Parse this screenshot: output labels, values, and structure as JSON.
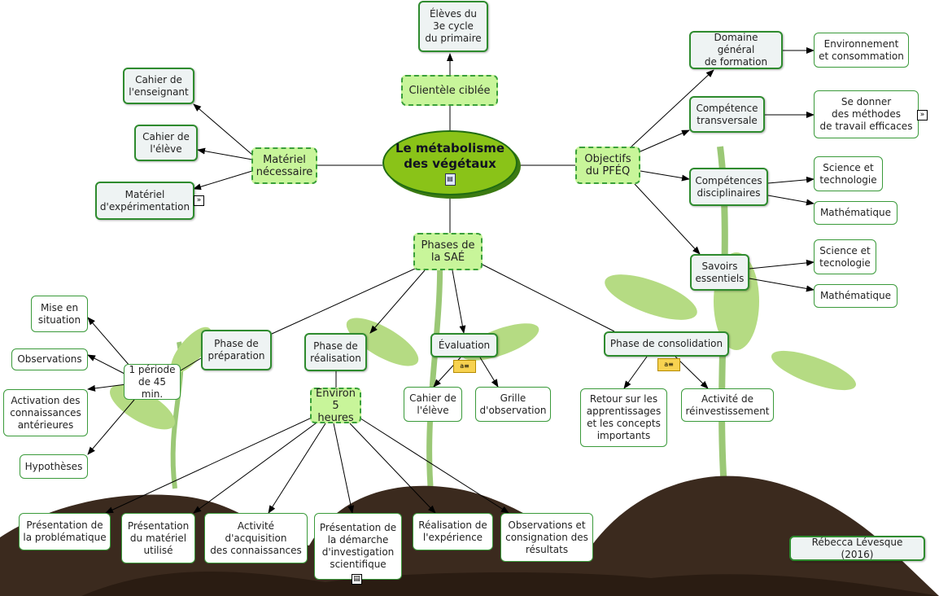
{
  "center": {
    "label": "Le métabolisme\ndes végétaux",
    "icon": "document-icon"
  },
  "nodes": {
    "eleves": "Élèves du\n3e cycle\ndu primaire",
    "clientele": "Clientèle ciblée",
    "materiel": "Matériel\nnécessaire",
    "cahier_ens": "Cahier de\nl'enseignant",
    "cahier_eleve": "Cahier de\nl'élève",
    "mat_exp": "Matériel\nd'expérimentation",
    "objectifs": "Objectifs\ndu PFÉQ",
    "domaine": "Domaine général\nde formation",
    "environnement": "Environnement\net consommation",
    "comp_transv": "Compétence\ntransversale",
    "se_donner": "Se donner\ndes méthodes\nde travail efficaces",
    "comp_disc": "Compétences\ndisciplinaires",
    "sci_tech1": "Science et\ntechnologie",
    "math1": "Mathématique",
    "savoirs": "Savoirs\nessentiels",
    "sci_tech2": "Science et\ntecnologie",
    "math2": "Mathématique",
    "phases": "Phases de\nla SAÉ",
    "phase_prep": "Phase de\npréparation",
    "periode": "1 période\nde 45 min.",
    "mise": "Mise en\nsituation",
    "observations": "Observations",
    "activation": "Activation des\nconnaissances\nantérieures",
    "hypotheses": "Hypothèses",
    "phase_real": "Phase de\nréalisation",
    "environ": "Environ\n5 heures",
    "pres_prob": "Présentation de\nla problématique",
    "pres_mat": "Présentation\ndu matériel\nutilisé",
    "activite_acq": "Activité\nd'acquisition\ndes connaissances",
    "pres_dem": "Présentation de\nla démarche\nd'investigation\nscientifique",
    "realisation": "Réalisation de\nl'expérience",
    "obs_consign": "Observations et\nconsignation des\nrésultats",
    "evaluation": "Évaluation",
    "cahier_eleve2": "Cahier de\nl'élève",
    "grille": "Grille\nd'observation",
    "phase_consol": "Phase de consolidation",
    "retour": "Retour sur les\napprentissages\net les concepts\nimportants",
    "reinvest": "Activité de\nréinvestissement",
    "author": "Rébecca Lévesque (2016)"
  },
  "colors": {
    "accent": "#8ac318",
    "border": "#2e8b2e",
    "hub": "#c8f59a",
    "soil": "#3b2a1e",
    "leaf": "#8cc63f"
  }
}
